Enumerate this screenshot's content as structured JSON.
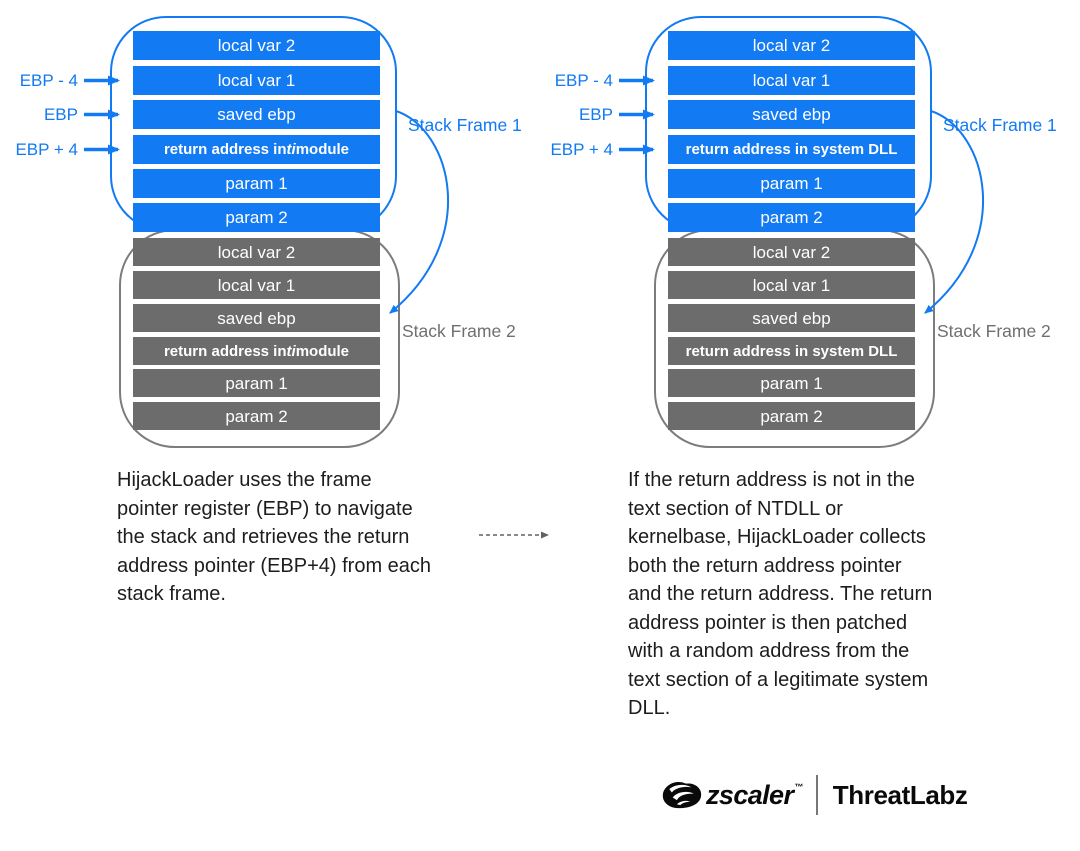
{
  "colors": {
    "blue": "#127AF2",
    "gray_fill": "#6C6C6C",
    "gray_border": "#7C7C7C",
    "gray_text": "#6F6F6F",
    "body_text": "#1D1D1D",
    "logo_black": "#0A0A0A"
  },
  "icons": {
    "brand_icon": "zscaler-swirl-icon",
    "ebp_arrows": "right-arrow-icon",
    "frame_connector": "curved-arrow-icon",
    "transition": "dashed-right-arrow-icon"
  },
  "left": {
    "ebp_labels": {
      "minus4": "EBP - 4",
      "base": "EBP",
      "plus4": "EBP + 4"
    },
    "frame1_label": "Stack Frame 1",
    "frame2_label": "Stack Frame 2",
    "rows": {
      "local2": "local var 2",
      "local1": "local var 1",
      "saved": "saved ebp",
      "param1": "param 1",
      "param2": "param 2"
    },
    "return_row": {
      "pre": "return address in ",
      "em": "ti",
      "post": " module"
    },
    "caption": "HijackLoader uses the frame\npointer register (EBP) to navigate\nthe stack and retrieves the return\naddress pointer (EBP+4) from each\nstack frame."
  },
  "right": {
    "ebp_labels": {
      "minus4": "EBP - 4",
      "base": "EBP",
      "plus4": "EBP + 4"
    },
    "frame1_label": "Stack Frame 1",
    "frame2_label": "Stack Frame 2",
    "rows": {
      "local2": "local var 2",
      "local1": "local var 1",
      "saved": "saved ebp",
      "param1": "param 1",
      "param2": "param 2"
    },
    "return_row": {
      "pre": "return address in system DLL",
      "em": "",
      "post": ""
    },
    "caption": "If the return address is not in the\ntext section of NTDLL or\nkernelbase, HijackLoader collects\nboth the return address pointer\nand the return address. The return\naddress pointer is then patched\nwith a random address from the\ntext section of a legitimate system\nDLL."
  },
  "footer": {
    "brand1": "zscaler",
    "trademark": "™",
    "brand2": "ThreatLabz"
  }
}
